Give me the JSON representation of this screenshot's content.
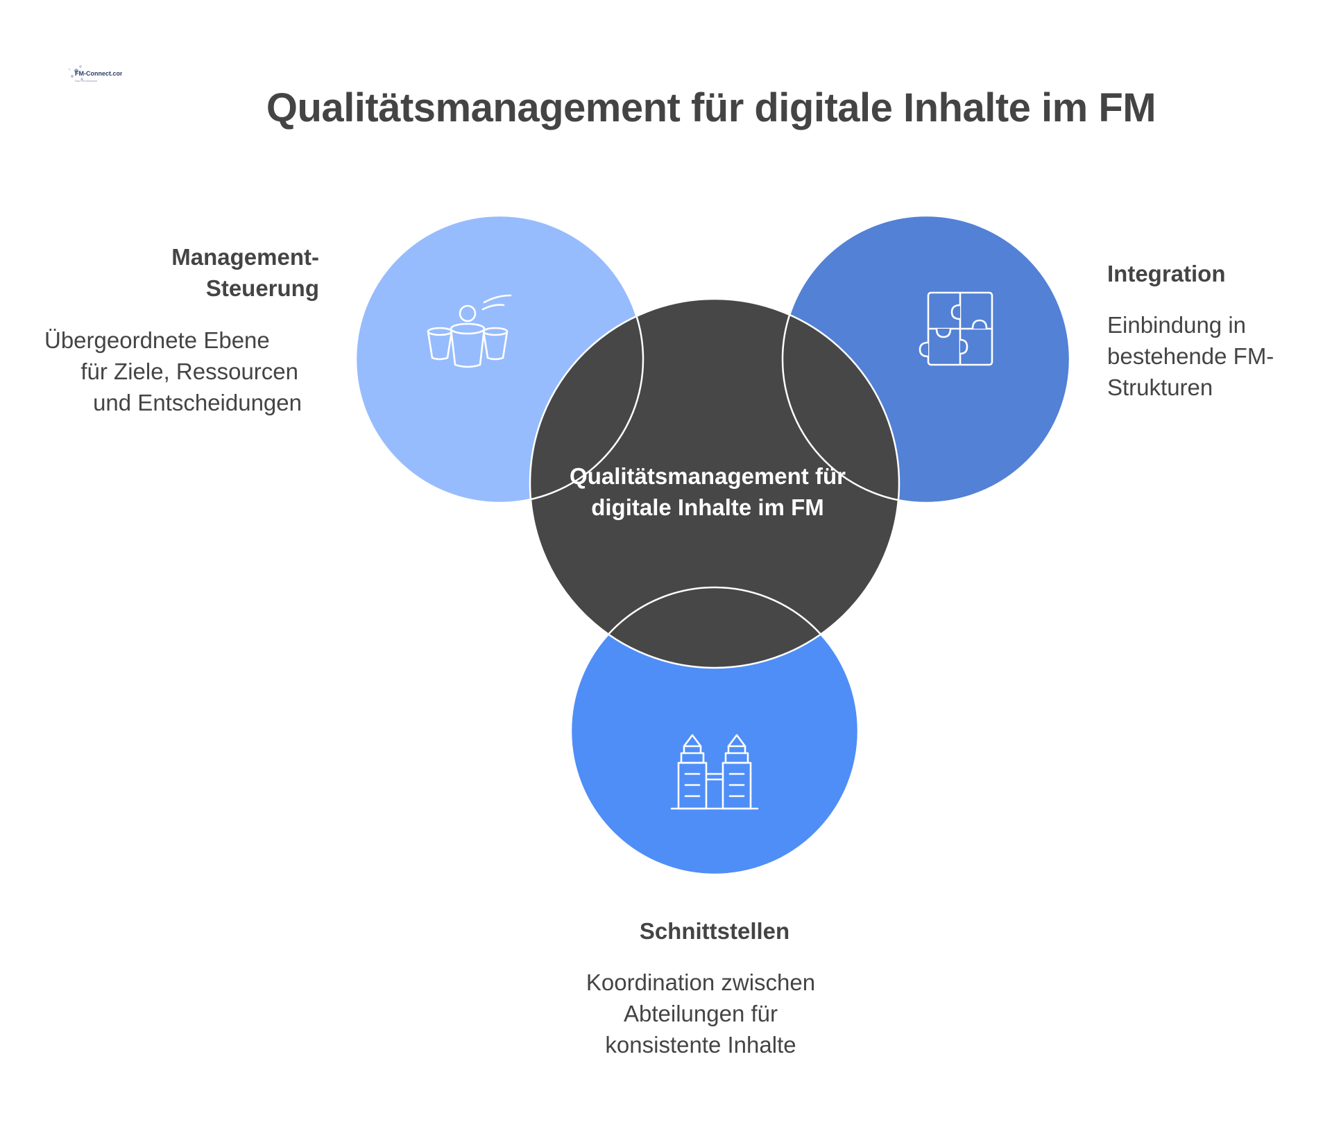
{
  "logo": {
    "text": "FM-Connect.com",
    "subtext": "Das FM-Netzwerk"
  },
  "title": "Qualitätsmanagement für digitale Inhalte im FM",
  "center": {
    "label_line1": "Qualitätsmanagement für",
    "label_line2": "digitale Inhalte im FM"
  },
  "nodes": [
    {
      "id": "management",
      "heading_line1": "Management-",
      "heading_line2": "Steuerung",
      "desc_lines": [
        "Übergeordnete Ebene",
        "für Ziele, Ressourcen",
        "und Entscheidungen"
      ],
      "icon": "people-buckets-icon",
      "color": "#97bcfd"
    },
    {
      "id": "integration",
      "heading_line1": "Integration",
      "desc_lines": [
        "Einbindung in",
        "bestehende FM-",
        "Strukturen"
      ],
      "icon": "puzzle-icon",
      "color": "#5281d6"
    },
    {
      "id": "schnittstellen",
      "heading_line1": "Schnittstellen",
      "desc_lines": [
        "Koordination zwischen",
        "Abteilungen für",
        "konsistente Inhalte"
      ],
      "icon": "connected-towers-icon",
      "color": "#4f8ef7"
    }
  ],
  "colors": {
    "center": "#474747",
    "text": "#444444",
    "outline": "#ffffff"
  }
}
